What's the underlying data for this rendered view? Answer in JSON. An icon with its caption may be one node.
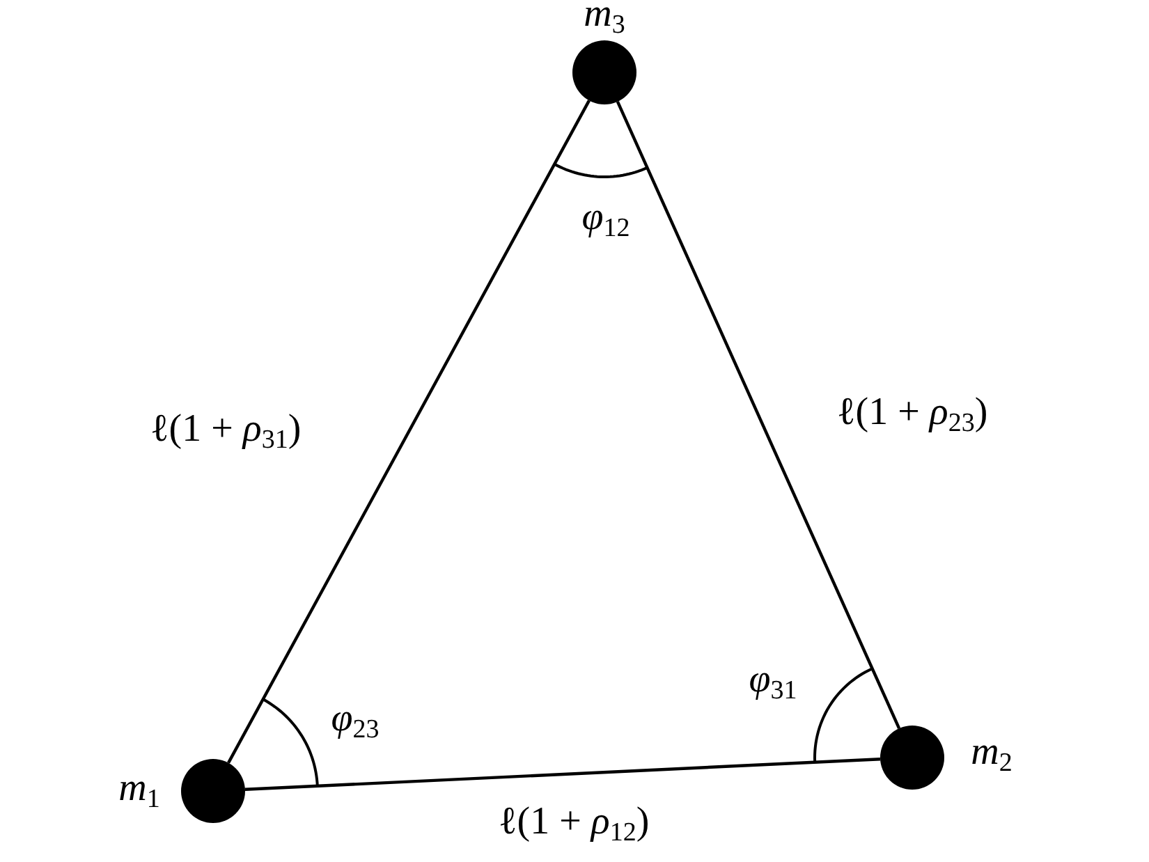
{
  "diagram": {
    "nodes": [
      {
        "text": [],
        "shape": "circle",
        "beside": [
          "*m*$_{3}$"
        ]
      },
      {
        "text": [],
        "shape": "circle",
        "beside": [
          "*m*$_{1}$"
        ]
      },
      {
        "text": [],
        "shape": "circle",
        "beside": [
          "*m*$_{2}$"
        ]
      }
    ],
    "edges": [
      {
        "from": 1,
        "to": 2,
        "arrow": "none",
        "label": "ℓ(1 + *ρ*$_{12}$)"
      },
      {
        "from": 2,
        "to": 0,
        "arrow": "none",
        "label": "ℓ(1 + *ρ*$_{23}$)"
      },
      {
        "from": 0,
        "to": 1,
        "arrow": "none",
        "label": "ℓ(1 + *ρ*$_{31}$)"
      }
    ],
    "labels": [
      "*φ*$_{12}$",
      "*φ*$_{31}$",
      "*φ*$_{23}$"
    ]
  }
}
